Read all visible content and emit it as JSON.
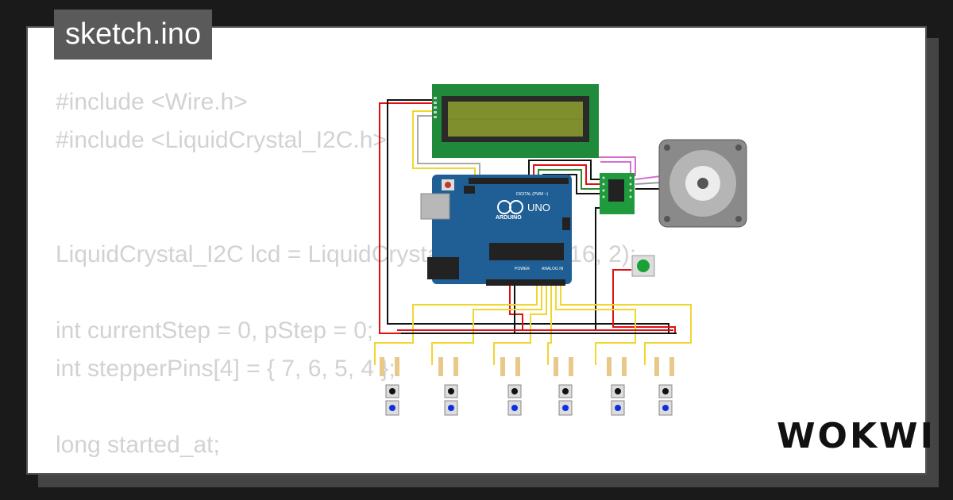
{
  "window": {
    "title": "sketch.ino"
  },
  "code": {
    "lines": [
      "#include <Wire.h>",
      "#include <LiquidCrystal_I2C.h>",
      "",
      "",
      "LiquidCrystal_I2C lcd = LiquidCrystal_I2C(0x27, 16, 2);",
      "",
      "int currentStep = 0, pStep = 0;",
      "int stepperPins[4] = { 7, 6, 5, 4 };",
      "",
      "long started_at;"
    ]
  },
  "board": {
    "brand": "UNO",
    "maker": "ARDUINO",
    "digital_label": "DIGITAL (PWM ~)",
    "analog_label": "ANALOG IN",
    "power_label": "POWER"
  },
  "brand": {
    "logo": "WOKWI"
  },
  "colors": {
    "background": "#1a1a1a",
    "card": "#ffffff",
    "code_text": "#d2d2d2",
    "title_tab": "#5a5a5a",
    "arduino_blue": "#1f5f95",
    "lcd_green": "#1f8a3a",
    "lcd_screen": "#7f8f2e",
    "driver_green": "#1f9b3e",
    "wire_red": "#e01010",
    "wire_black": "#111111",
    "wire_yellow": "#f2d630",
    "wire_green": "#2a8a2a",
    "wire_pink": "#d86fd0",
    "button_blue": "#1030e0",
    "button_green": "#19a036"
  },
  "icons": [
    "lcd-display",
    "arduino-uno",
    "stepper-driver",
    "stepper-motor",
    "push-button",
    "resistor"
  ]
}
